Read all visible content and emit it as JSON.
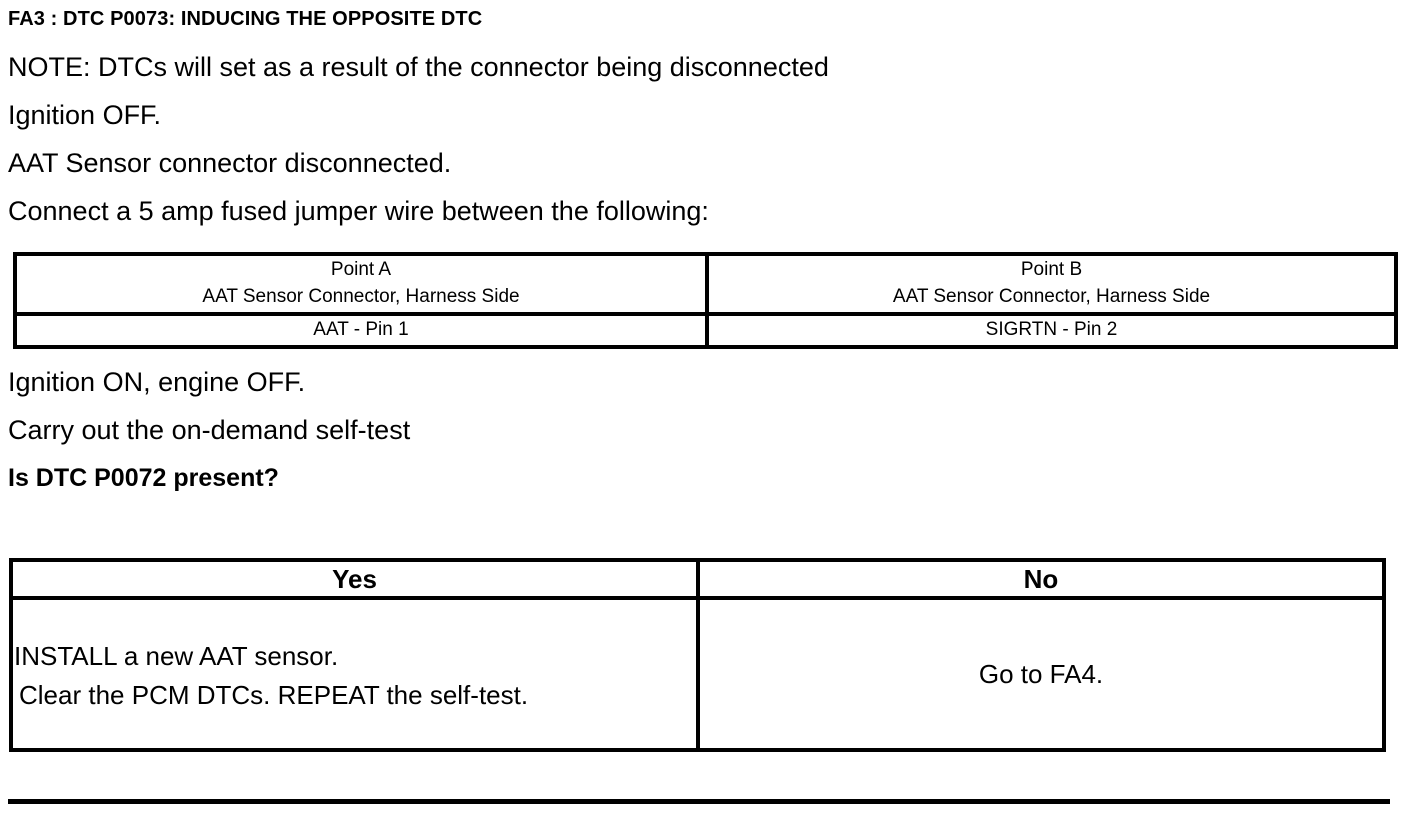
{
  "document": {
    "section_title": "FA3 : DTC P0073: INDUCING THE OPPOSITE DTC",
    "steps": {
      "note": "NOTE:  DTCs will set as a result of the connector being disconnected",
      "ignition_off": "Ignition OFF.",
      "sensor_disconnected": "AAT Sensor connector disconnected.",
      "connect_jumper": "Connect a 5 amp fused jumper wire between the following:",
      "ignition_on": "Ignition ON, engine OFF.",
      "self_test": "Carry out the on-demand self-test",
      "question": "Is DTC P0072 present?"
    },
    "points_table": {
      "columns": [
        {
          "header_line1": "Point A",
          "header_line2": "AAT Sensor Connector, Harness Side",
          "value": "AAT - Pin 1"
        },
        {
          "header_line1": "Point B",
          "header_line2": "AAT Sensor Connector, Harness Side",
          "value": "SIGRTN - Pin 2"
        }
      ]
    },
    "decision_table": {
      "yes": {
        "header": "Yes",
        "action_line1": "INSTALL a new AAT sensor.",
        "action_line2": "Clear the PCM DTCs. REPEAT the self-test."
      },
      "no": {
        "header": "No",
        "action_line1": "Go to FA4."
      }
    },
    "colors": {
      "ink": "#000000",
      "paper": "#ffffff"
    }
  }
}
